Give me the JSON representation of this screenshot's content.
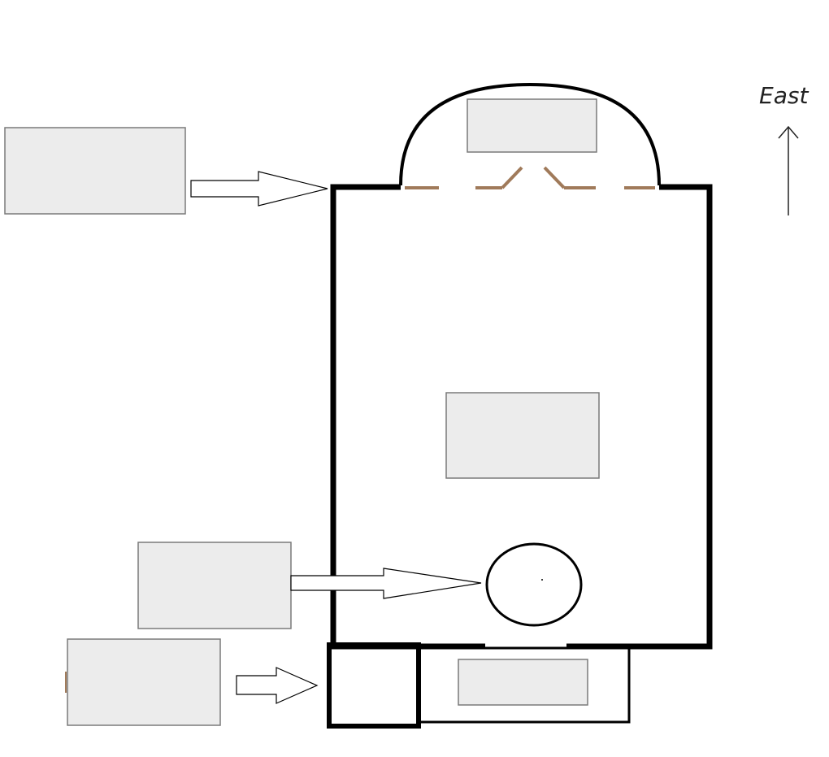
{
  "compass": {
    "label": "East",
    "direction": "up"
  },
  "colors": {
    "wall": "#000000",
    "label_box_fill": "#ececec",
    "label_box_stroke": "#7a7a7a",
    "rail": "#a07a5a",
    "background": "#ffffff"
  },
  "label_boxes": [
    {
      "id": "label-box-1",
      "text": ""
    },
    {
      "id": "label-box-2",
      "text": ""
    },
    {
      "id": "label-box-3",
      "text": ""
    },
    {
      "id": "label-box-4",
      "text": ""
    },
    {
      "id": "label-box-5",
      "text": ""
    },
    {
      "id": "label-box-6",
      "text": ""
    }
  ]
}
